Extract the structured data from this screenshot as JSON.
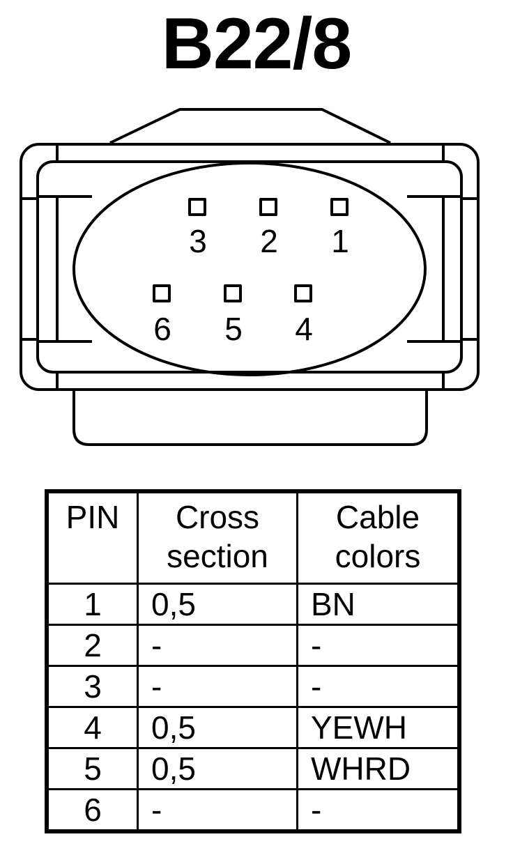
{
  "title": "B22/8",
  "connector": {
    "pin_labels": [
      "3",
      "2",
      "1",
      "6",
      "5",
      "4"
    ]
  },
  "table": {
    "headers": {
      "pin": [
        "PIN"
      ],
      "cross_section": [
        "Cross",
        "section"
      ],
      "cable_colors": [
        "Cable",
        "colors"
      ]
    },
    "rows": [
      {
        "pin": "1",
        "cross_section": "0,5",
        "cable_color": "BN"
      },
      {
        "pin": "2",
        "cross_section": "-",
        "cable_color": "-"
      },
      {
        "pin": "3",
        "cross_section": "-",
        "cable_color": "-"
      },
      {
        "pin": "4",
        "cross_section": "0,5",
        "cable_color": "YEWH"
      },
      {
        "pin": "5",
        "cross_section": "0,5",
        "cable_color": "WHRD"
      },
      {
        "pin": "6",
        "cross_section": "-",
        "cable_color": "-"
      }
    ]
  }
}
